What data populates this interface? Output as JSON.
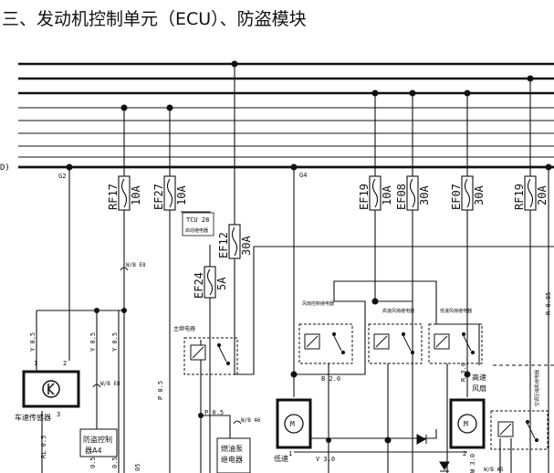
{
  "heading": "三、发动机控制单元（ECU）、防盗模块",
  "edge_label": "D)",
  "ground_labels": [
    "G2",
    "G4"
  ],
  "fuses": [
    {
      "id": "RF17",
      "rating": "10A"
    },
    {
      "id": "EF27",
      "rating": "10A"
    },
    {
      "id": "EF19",
      "rating": "10A"
    },
    {
      "id": "EF08",
      "rating": "30A"
    },
    {
      "id": "EF07",
      "rating": "30A"
    },
    {
      "id": "RF19",
      "rating": "20A"
    },
    {
      "id": "EF12",
      "rating": "30A"
    },
    {
      "id": "EF24",
      "rating": "5A"
    }
  ],
  "components": {
    "speed_sensor": "车速传感器",
    "anti_theft_1": "防盗控制",
    "anti_theft_2": "器A4",
    "tcu": "TCU 28",
    "tcu_sub": "启动继电器",
    "main_relay": "主继电器",
    "fuel_pump_1": "燃油泵",
    "fuel_pump_2": "继电器",
    "fan_low": "风扇控制继电器",
    "fan_high": "高速风扇继电器",
    "fan_ac": "低速风扇继电器",
    "fan_speed_1": "低速",
    "fan_speed_2": "风扇",
    "fan_right": "高速",
    "right_relay": "空调压缩机继电器"
  },
  "wire_labels": [
    "Y 0.5",
    "Y 0.5",
    "Y 0.5",
    "P 0.5",
    "P 0.5",
    "B 2.0",
    "R 3.0",
    "V 3.0",
    "RL 0.5",
    "0.5",
    "0.5",
    "W 3.0",
    "R 0.85"
  ],
  "connector_labels": [
    "W/B E8",
    "W/B E8",
    "W/B A6",
    "W/B A5",
    "05",
    "1",
    "2",
    "1",
    "2",
    "3"
  ]
}
